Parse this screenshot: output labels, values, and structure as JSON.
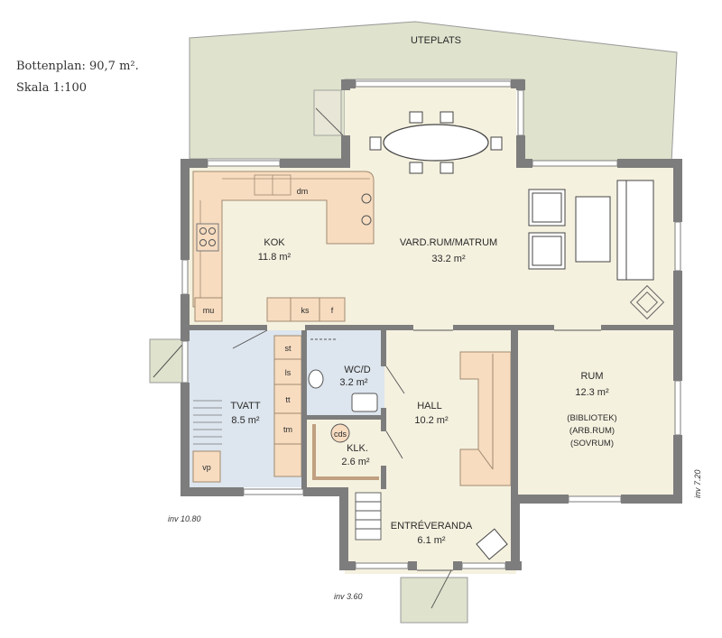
{
  "header": {
    "area": "Bottenplan: 90,7 m².",
    "scale": "Skala 1:100"
  },
  "rooms": {
    "uteplats": "UTEPLATS",
    "kok_name": "KOK",
    "kok_area": "11.8  m²",
    "vardrum_name": "VARD.RUM/MATRUM",
    "vardrum_area": "33.2  m²",
    "rum_name": "RUM",
    "rum_area": "12.3  m²",
    "rum_uses": [
      "(BIBLIOTEK)",
      "(ARB.RUM)",
      "(SOVRUM)"
    ],
    "tvatt_name": "TVATT",
    "tvatt_area": "8.5  m²",
    "wc_name": "WC/D",
    "wc_area": "3.2  m²",
    "hall_name": "HALL",
    "hall_area": "10.2  m²",
    "klk_name": "KLK.",
    "klk_area": "2.6  m²",
    "entre_name": "ENTRÉVERANDA",
    "entre_area": "6.1  m²"
  },
  "fixtures": {
    "dm": "dm",
    "mu": "mu",
    "ks": "ks",
    "f": "f",
    "st": "st",
    "ls": "ls",
    "tt": "tt",
    "tm": "tm",
    "vp": "vp",
    "cds": "cds"
  },
  "dimensions": {
    "left": "inv  10.80",
    "bottom": "inv  3.60",
    "right": "inv  7.20"
  },
  "colors": {
    "floor": "#f5f1df",
    "terrace": "#dfe2cc",
    "kitchen": "#f7dcc0",
    "laundry": "#dde5ee",
    "wall": "#7d7d7d"
  }
}
